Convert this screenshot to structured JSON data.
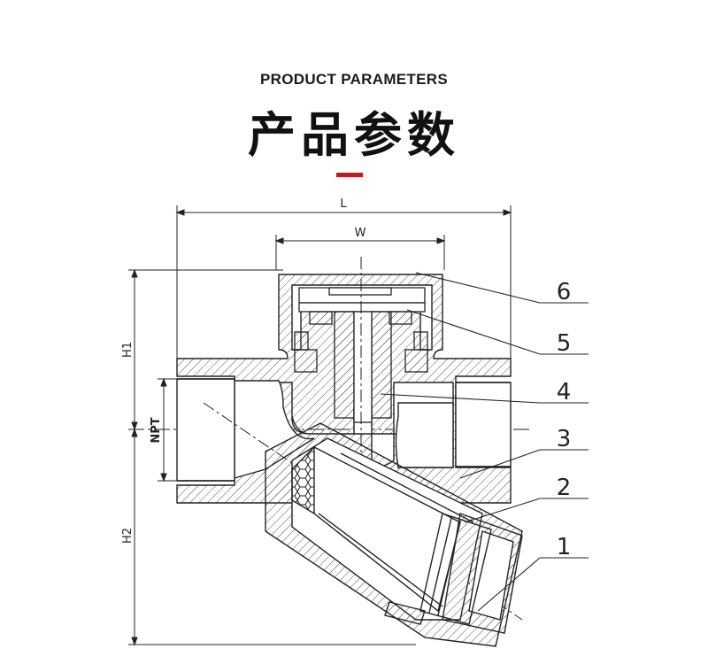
{
  "header": {
    "subtitle": "PRODUCT PARAMETERS",
    "title": "产品参数",
    "accent_color": "#c8161d"
  },
  "drawing": {
    "dimensions": {
      "L": "L",
      "W": "W",
      "H1": "H1",
      "H2": "H2",
      "NPT": "NPT"
    },
    "callouts": [
      "1",
      "2",
      "3",
      "4",
      "5",
      "6"
    ],
    "line_color": "#222222",
    "hatch_color": "#555555"
  }
}
